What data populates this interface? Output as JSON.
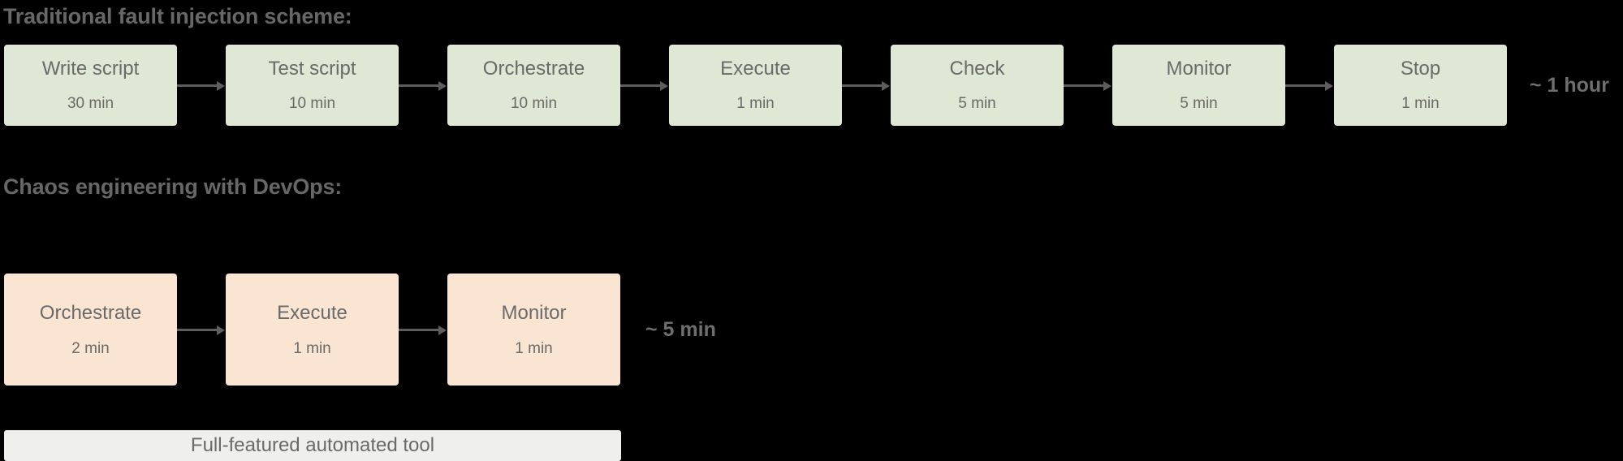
{
  "colors": {
    "background": "#000000",
    "traditional_box_fill": "#dee8d5",
    "chaos_box_fill": "#f9e5d2",
    "footer_bar_fill": "#efefee",
    "text": "#6a6a6a",
    "arrow": "#5e5e5e"
  },
  "sections": {
    "traditional": {
      "heading": "Traditional fault injection scheme:",
      "total_time": "~ 1 hour",
      "steps": [
        {
          "title": "Write script",
          "duration": "30 min"
        },
        {
          "title": "Test script",
          "duration": "10 min"
        },
        {
          "title": "Orchestrate",
          "duration": "10 min"
        },
        {
          "title": "Execute",
          "duration": "1 min"
        },
        {
          "title": "Check",
          "duration": "5 min"
        },
        {
          "title": "Monitor",
          "duration": "5 min"
        },
        {
          "title": "Stop",
          "duration": "1 min"
        }
      ]
    },
    "chaos": {
      "heading": "Chaos engineering with DevOps:",
      "total_time": "~ 5 min",
      "steps": [
        {
          "title": "Orchestrate",
          "duration": "2 min"
        },
        {
          "title": "Execute",
          "duration": "1 min"
        },
        {
          "title": "Monitor",
          "duration": "1 min"
        }
      ]
    }
  },
  "footer": {
    "label": "Full-featured automated tool"
  }
}
